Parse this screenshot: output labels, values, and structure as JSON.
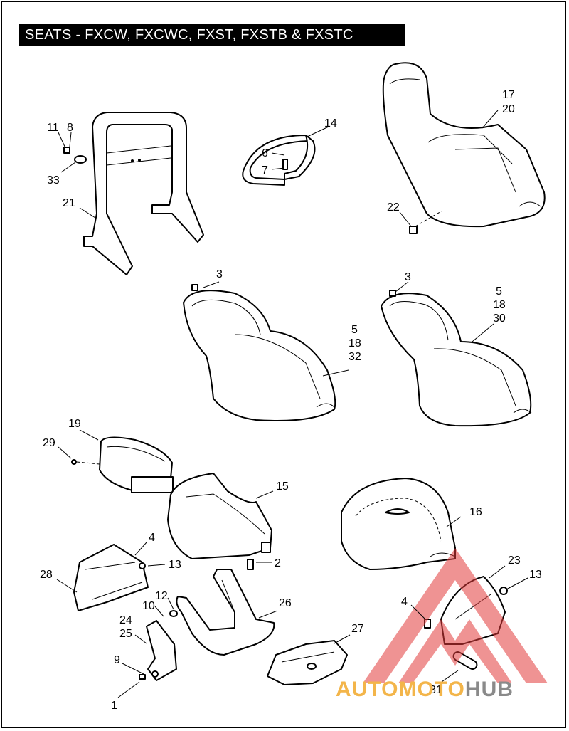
{
  "title": "SEATS - FXCW, FXCWC, FXST, FXSTB & FXSTC",
  "callouts": {
    "c11": "11",
    "c8": "8",
    "c33": "33",
    "c21": "21",
    "c14": "14",
    "c6": "6",
    "c7": "7",
    "c17": "17",
    "c20": "20",
    "c22": "22",
    "c3a": "3",
    "c5a": "5",
    "c18a": "18",
    "c32": "32",
    "c3b": "3",
    "c5b": "5",
    "c18b": "18",
    "c30": "30",
    "c19": "19",
    "c29": "29",
    "c15": "15",
    "c16": "16",
    "c4a": "4",
    "c13a": "13",
    "c28": "28",
    "c2": "2",
    "c12": "12",
    "c10": "10",
    "c26": "26",
    "c24": "24",
    "c25": "25",
    "c9": "9",
    "c1": "1",
    "c27": "27",
    "c23": "23",
    "c13b": "13",
    "c4b": "4",
    "c31": "31"
  },
  "watermark": {
    "auto": "AUTO",
    "moto": "MOTO",
    "hub": "HUB",
    "color_primary": "#f3b54a",
    "color_secondary": "#8a8a8a",
    "color_logo": "#e23b3b"
  }
}
